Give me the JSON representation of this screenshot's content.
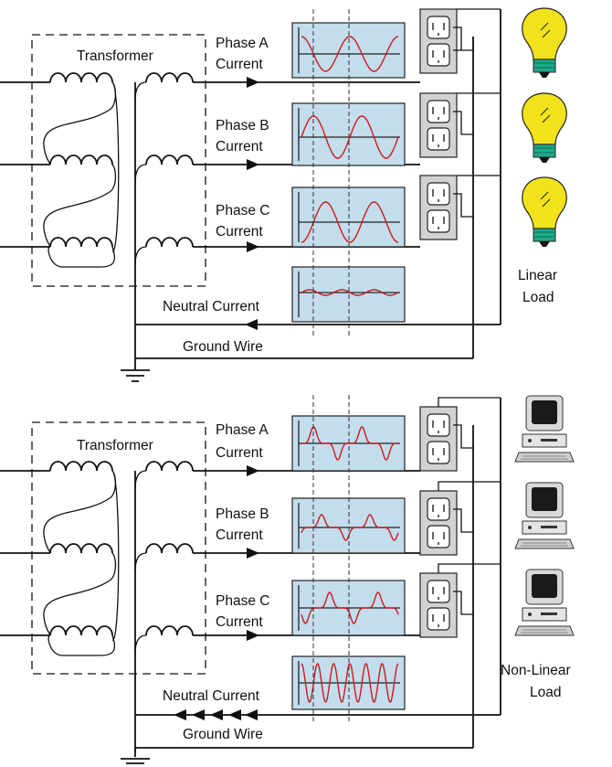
{
  "sections": [
    {
      "id": "linear",
      "transformer_label": "Transformer",
      "phases": [
        {
          "line1": "Phase A",
          "line2": "Current"
        },
        {
          "line1": "Phase B",
          "line2": "Current"
        },
        {
          "line1": "Phase C",
          "line2": "Current"
        }
      ],
      "neutral_label": "Neutral Current",
      "ground_label": "Ground Wire",
      "load_line1": "Linear",
      "load_line2": "Load",
      "load_icon": "light-bulb-icon"
    },
    {
      "id": "nonlinear",
      "transformer_label": "Transformer",
      "phases": [
        {
          "line1": "Phase A",
          "line2": "Current"
        },
        {
          "line1": "Phase B",
          "line2": "Current"
        },
        {
          "line1": "Phase C",
          "line2": "Current"
        }
      ],
      "neutral_label": "Neutral Current",
      "ground_label": "Ground Wire",
      "load_line1": "Non-Linear",
      "load_line2": "Load",
      "load_icon": "computer-icon"
    }
  ],
  "colors": {
    "scope_background": "#c3dded",
    "waveform": "#cc1a1a",
    "bulb": "#f2e21a",
    "bulb_base": "#1fa98a",
    "outlet_plate": "#d2d2d2"
  }
}
